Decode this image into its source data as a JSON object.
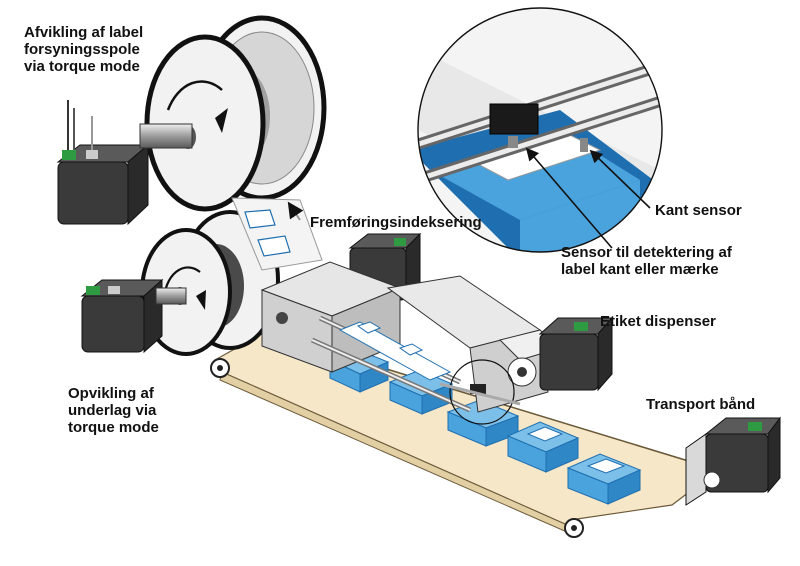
{
  "labels": {
    "unwind": [
      "Afvikling af label",
      "forsyningsspole",
      "via torque mode"
    ],
    "advance": "Fremføringsindeksering",
    "edge_sensor": "Kant sensor",
    "label_sensor": [
      "Sensor til detektering af",
      "label kant eller mærke"
    ],
    "dispenser": "Etiket dispenser",
    "rewind": [
      "Opvikling af",
      "underlag via",
      "torque mode"
    ],
    "conveyor": "Transport bånd"
  },
  "colors": {
    "belt": "#f6e7c8",
    "belt_edge": "#6b5a3a",
    "box_blue": "#4aa3dc",
    "box_dark": "#1f6fb0",
    "motor": "#3a3a3a",
    "connector": "#2e9b43",
    "reel": "#f2f2f2",
    "reel_edge": "#111111",
    "metal": "#d9d9d9",
    "shaft": "#9a9a9a"
  }
}
